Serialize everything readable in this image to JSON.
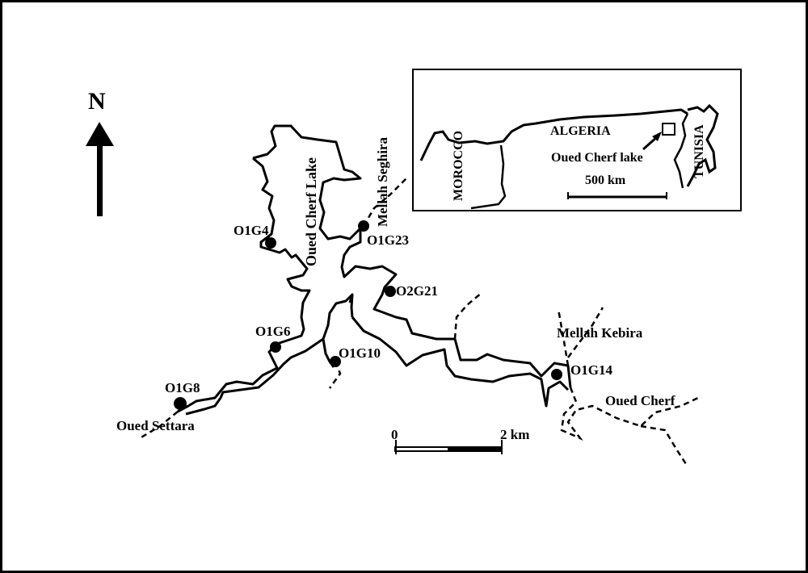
{
  "north_arrow": {
    "label": "N"
  },
  "lake": {
    "name": "Oued Cherf Lake"
  },
  "stations": [
    {
      "id": "O1G4"
    },
    {
      "id": "O1G23"
    },
    {
      "id": "O2G21"
    },
    {
      "id": "O1G6"
    },
    {
      "id": "O1G10"
    },
    {
      "id": "O1G8"
    },
    {
      "id": "O1G14"
    }
  ],
  "rivers": {
    "mellah_seghira": "Mellah Seghira",
    "mellah_kebira": "Mellah Kebira",
    "oued_cherf": "Oued Cherf",
    "oued_settara": "Oued Settara"
  },
  "scale_bar": {
    "start": "0",
    "end": "2 km"
  },
  "inset": {
    "morocco": "MOROCCO",
    "algeria": "ALGERIA",
    "tunisia": "TUNISIA",
    "site": "Oued Cherf lake",
    "scale": "500 km"
  }
}
